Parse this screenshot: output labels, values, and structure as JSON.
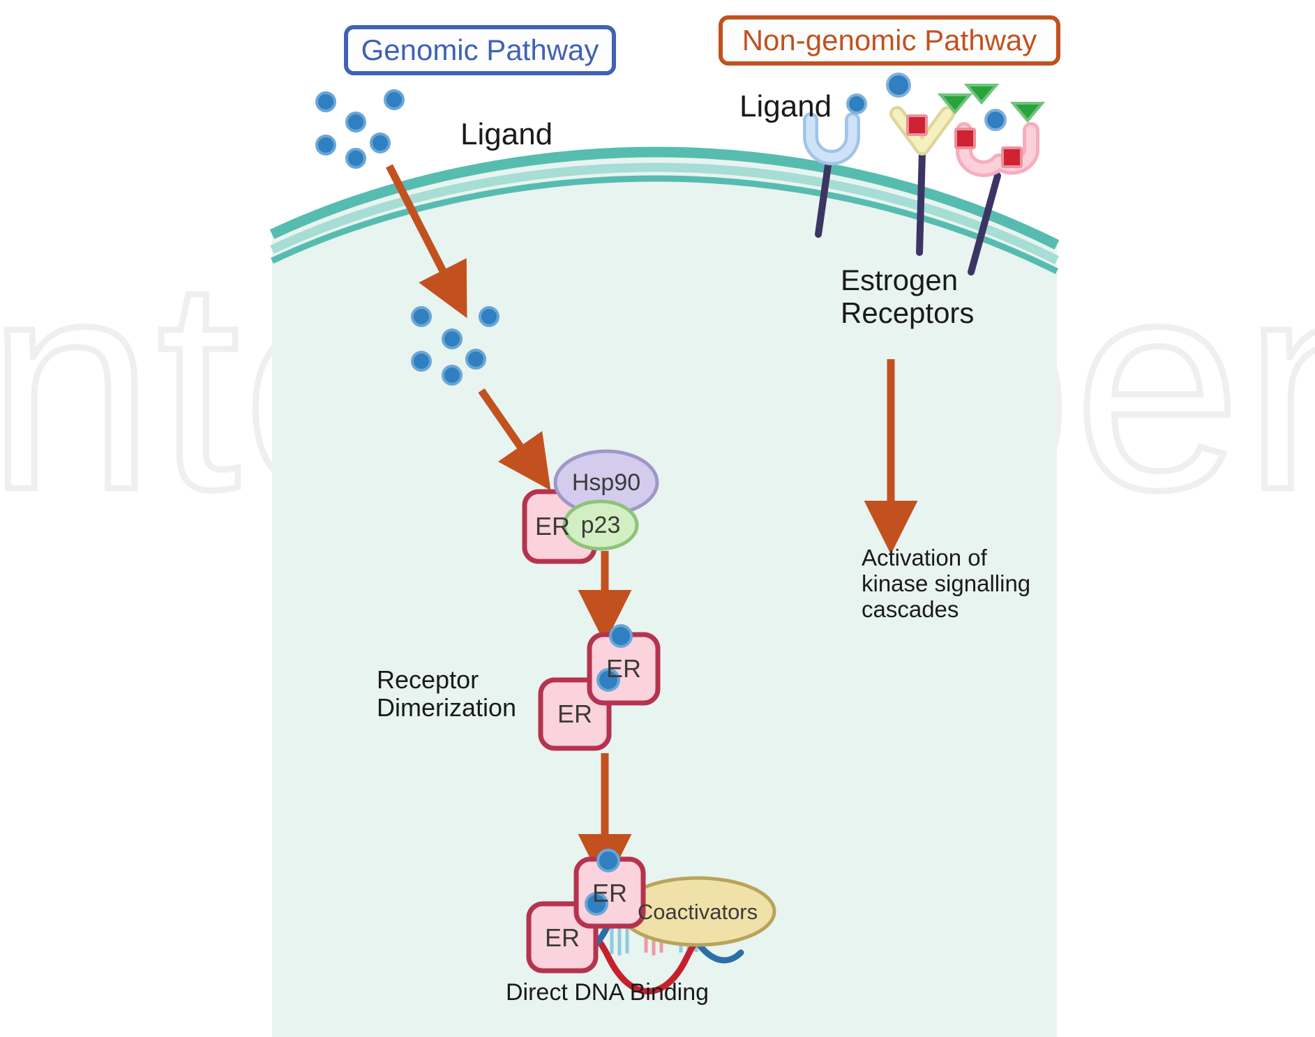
{
  "figure": {
    "title": "Estrogen receptor genomic and non-genomic signalling pathways",
    "watermark": "Intechopen"
  },
  "headers": [
    {
      "id": "genomic",
      "label": "Genomic Pathway",
      "color": "#3f62b5"
    },
    {
      "id": "nongenomic",
      "label": "Non-genomic Pathway",
      "color": "#c2511f"
    }
  ],
  "labels": {
    "ligand_left": "Ligand",
    "ligand_right": "Ligand",
    "estrogen_receptors": "Estrogen\nReceptors",
    "kinase_cascade": "Activation of\nkinase signalling\ncascades",
    "receptor_dimerization": "Receptor\nDimerization",
    "direct_dna_binding": "Direct DNA Binding"
  },
  "nodes": {
    "hsp90": "Hsp90",
    "p23": "p23",
    "er": "ER",
    "coactivators": "Coactivators"
  },
  "complexes": {
    "chaperone_complex": {
      "parts": [
        "ER",
        "Hsp90",
        "p23"
      ]
    },
    "dimer": {
      "parts": [
        "ER",
        "ER"
      ]
    },
    "dna_bound": {
      "parts": [
        "ER",
        "ER",
        "Coactivators",
        "DNA"
      ]
    }
  },
  "membrane": {
    "name": "plasma-membrane",
    "stroke": "#57bcb0",
    "inner_fill": "#e8f4ef"
  },
  "receptors": [
    {
      "name": "membrane-receptor-cup-blue",
      "shape": "cup",
      "fill": "#cfe2f7",
      "stroke": "#9fc4e8",
      "stem": "#3c3564"
    },
    {
      "name": "membrane-receptor-y-yellow",
      "shape": "y",
      "fill": "#f5f0c0",
      "stroke": "#ded79a",
      "stem": "#3c3564"
    },
    {
      "name": "membrane-receptor-cup-pink",
      "shape": "wide-cup",
      "fill": "#fbd0d9",
      "stroke": "#f4aebf",
      "stem": "#3c3564"
    }
  ],
  "molecules": {
    "ligand_dot": {
      "name": "ligand-dot",
      "fill": "#2f7fc1",
      "stroke": "#5b9ed4"
    },
    "square": {
      "name": "ligand-square-red",
      "fill": "#cf2233",
      "stroke": "#e8808b"
    },
    "triangle": {
      "name": "ligand-triangle-green",
      "fill": "#2aa33c",
      "stroke": "#66c473"
    }
  },
  "colors": {
    "arrow": "#c2511f",
    "er_fill": "#fbd3dc",
    "er_stroke": "#b5334f",
    "hsp90_fill": "#d3ccec",
    "hsp90_stroke": "#9f97c7",
    "p23_fill": "#d2eec3",
    "p23_stroke": "#8cc477",
    "coactivators_fill": "#f0e1a8",
    "coactivators_stroke": "#b9a35c",
    "dna_red": "#c7202c",
    "dna_blue": "#2a6fa8",
    "membrane": "#57bcb0",
    "cytoplasm": "#e8f4ef"
  },
  "arrows": [
    {
      "name": "arrow-ligand-entry",
      "from": "extracellular ligand",
      "to": "intracellular ligand"
    },
    {
      "name": "arrow-ligand-to-complex",
      "from": "intracellular ligand",
      "to": "ER-Hsp90-p23 complex"
    },
    {
      "name": "arrow-complex-to-dimer",
      "from": "ER-Hsp90-p23 complex",
      "to": "ER dimer"
    },
    {
      "name": "arrow-dimer-to-dna",
      "from": "ER dimer",
      "to": "DNA bound complex"
    },
    {
      "name": "arrow-receptors-to-kinase",
      "from": "Estrogen Receptors",
      "to": "Activation of kinase signalling cascades"
    }
  ]
}
